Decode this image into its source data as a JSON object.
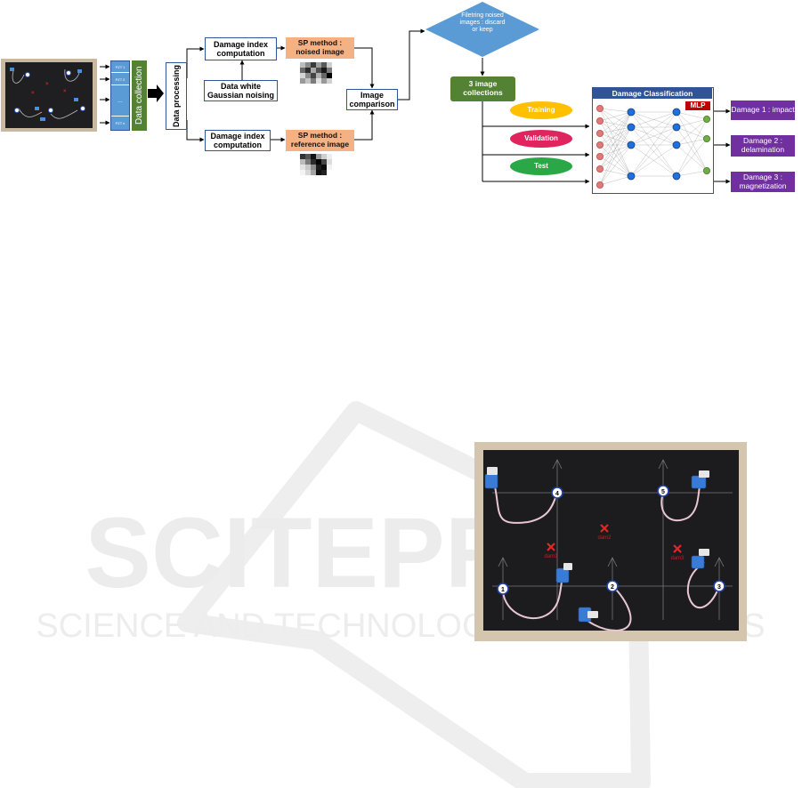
{
  "pzt_labels": [
    "PZT 1",
    "PZT 2",
    "…",
    "PZT n"
  ],
  "data_collection": "Data collection",
  "data_processing": "Data processing",
  "damage_index_top": "Damage index computation",
  "data_noising": "Data white Gaussian noising",
  "damage_index_bottom": "Damage index computation",
  "sp_noised": "SP method : noised image",
  "sp_reference": "SP method : reference image",
  "image_comparison": "Image comparison",
  "filtering": "Filetring noised images : discard or keep",
  "image_collections": "3 image collections",
  "sets": {
    "training": "Training",
    "validation": "Validation",
    "test": "Test"
  },
  "classification_title": "Damage Classification",
  "mlp": "MLP",
  "outputs": [
    "Damage 1 : impact",
    "Damage 2 : delamination",
    "Damage 3 : magnetization"
  ],
  "sensor_numbers": [
    "1",
    "2",
    "3",
    "4",
    "5"
  ],
  "damage_marks": [
    "dam1",
    "dam2",
    "dam3"
  ],
  "watermark": {
    "main": "SCITEPRESS",
    "sub": "SCIENCE AND TECHNOLOGY PUBLICATIONS"
  },
  "colors": {
    "blue_outline": "#2f5597",
    "orange": "#f4b183",
    "green": "#548235",
    "diamond": "#5b9bd5",
    "purple": "#7030a0",
    "mlp_red": "#c00000",
    "training": "#ffc000",
    "validation": "#e0245e",
    "test": "#2aa847",
    "pzt_blue": "#5b9bd5",
    "panel": "#1c1c1f"
  }
}
